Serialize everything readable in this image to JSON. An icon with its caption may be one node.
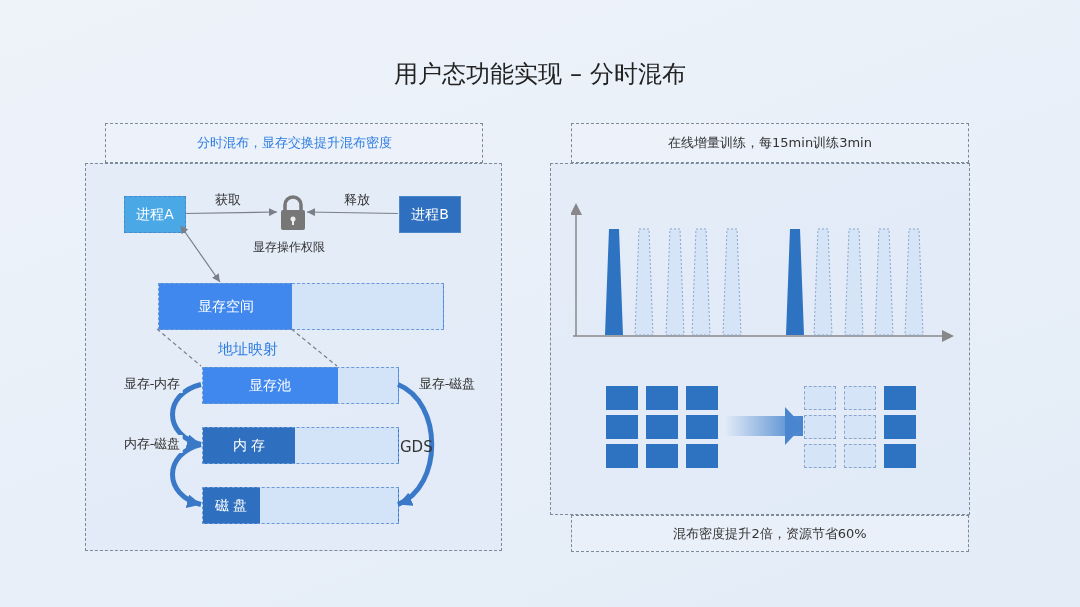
{
  "diagram": {
    "title": "用户态功能实现 – 分时混布",
    "nodes": [
      {
        "text": [
          "分时混布，显存交换提升混布密度"
        ]
      },
      {
        "text": [],
        "shape": "box"
      },
      {
        "text": [
          "进程A"
        ],
        "in": 1
      },
      {
        "text": [],
        "shape": "picture",
        "beside": [
          "显存操作权限"
        ],
        "in": 1
      },
      {
        "text": [
          "进程B"
        ],
        "in": 1
      },
      {
        "text": [
          "显存空间"
        ],
        "in": 1
      },
      {
        "text": [
          "显存池"
        ],
        "in": 1
      },
      {
        "text": [
          "内 存"
        ],
        "in": 1
      },
      {
        "text": [
          "磁 盘"
        ],
        "in": 1
      },
      {
        "text": [
          "在线增量训练，每15min训练3min"
        ]
      },
      {
        "text": [],
        "shape": "box"
      },
      {
        "text": [],
        "shape": "picture",
        "in": 10
      },
      {
        "text": [],
        "shape": "picture",
        "in": 10
      },
      {
        "text": [
          "混布密度提升2倍，资源节省60%"
        ]
      }
    ],
    "edges": [
      {
        "from": 2,
        "to": 3,
        "arrow": "to",
        "label": "获取"
      },
      {
        "from": 4,
        "to": 3,
        "arrow": "to",
        "label": "释放"
      },
      {
        "from": 2,
        "to": 5,
        "arrow": "both"
      },
      {
        "from": 5,
        "to": 6,
        "arrow": "none",
        "style": "dashed",
        "label": "地址映射"
      },
      {
        "from": 6,
        "to": 7,
        "arrow": "to",
        "style": "thick",
        "color": "#3a78c8",
        "label": "显存-内存"
      },
      {
        "from": 7,
        "to": 8,
        "arrow": "to",
        "style": "thick",
        "color": "#3a78c8",
        "label": "内存-磁盘"
      },
      {
        "from": 6,
        "to": 8,
        "arrow": "to",
        "style": "thick",
        "color": "#3a78c8",
        "label": "显存-磁盘"
      },
      {
        "from": 11,
        "to": 12,
        "arrow": "to",
        "style": "thick",
        "color": "#4a86cf"
      }
    ],
    "labels": [
      "GDS"
    ]
  }
}
